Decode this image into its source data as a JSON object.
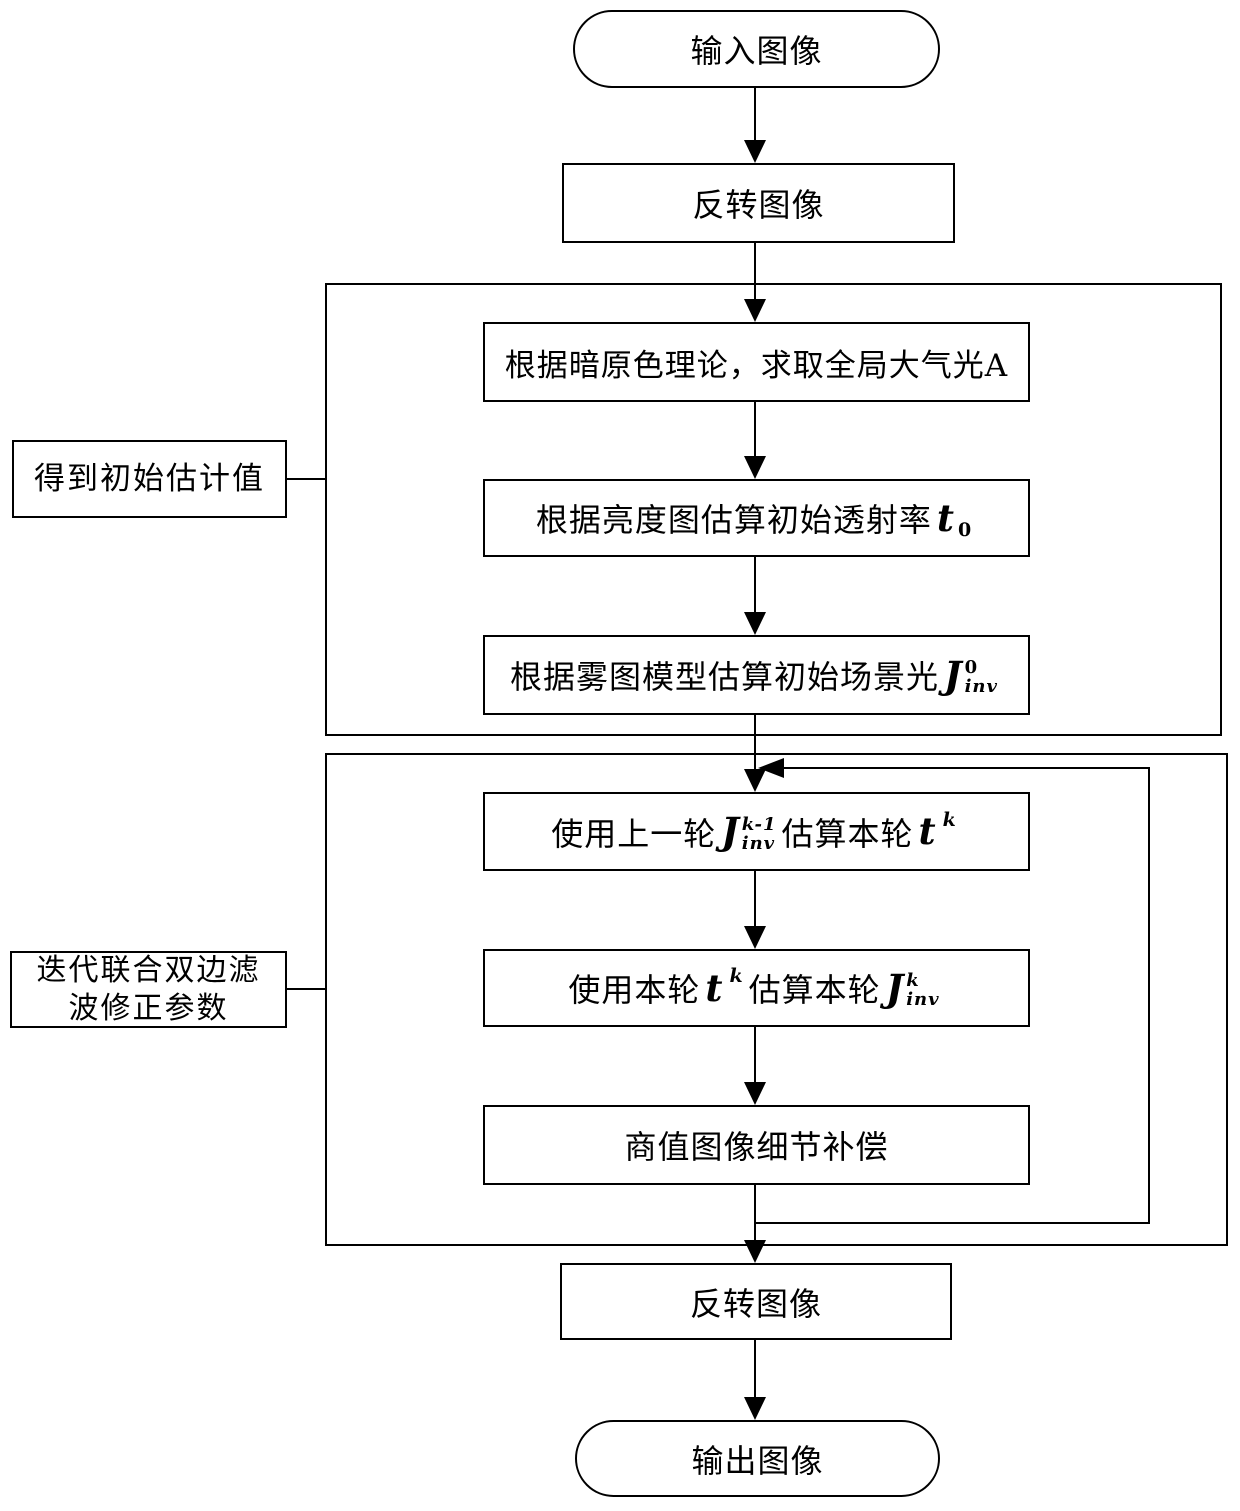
{
  "diagram": {
    "type": "flowchart",
    "colors": {
      "stroke": "#000000",
      "background": "#ffffff",
      "text": "#000000"
    },
    "nodes": {
      "input": {
        "label": "输入图像"
      },
      "invert_top": {
        "label": "反转图像"
      },
      "atmos": {
        "label": "根据暗原色理论，求取全局大气光A"
      },
      "trans": {
        "prefix": "根据亮度图估算初始透射率",
        "formula": {
          "base": "t",
          "sub": "0"
        }
      },
      "scene": {
        "prefix": "根据雾图模型估算初始场景光",
        "formula": {
          "base": "J",
          "sup": "0",
          "sub": "inv"
        }
      },
      "iter_t": {
        "prefix": "使用上一轮",
        "formula1": {
          "base": "J",
          "sup": "k-1",
          "sub": "inv"
        },
        "middle": "估算本轮",
        "formula2": {
          "base": "t",
          "sup": "k"
        }
      },
      "iter_j": {
        "prefix": "使用本轮",
        "formula1": {
          "base": "t",
          "sup": "k"
        },
        "middle": "估算本轮",
        "formula2": {
          "base": "J",
          "sup": "k",
          "sub": "inv"
        }
      },
      "detail": {
        "label": "商值图像细节补偿"
      },
      "invert_bottom": {
        "label": "反转图像"
      },
      "output": {
        "label": "输出图像"
      }
    },
    "side_labels": {
      "initial": {
        "label": "得到初始估计值"
      },
      "iterative": {
        "line1": "迭代联合双边滤",
        "line2": "波修正参数"
      }
    }
  }
}
